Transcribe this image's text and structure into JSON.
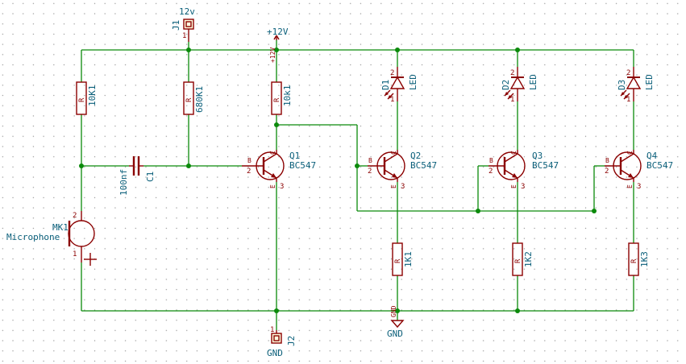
{
  "power": {
    "j1_net": "12v",
    "vcc": "+12V",
    "vcc_pin": "+12V",
    "gnd": "GND",
    "gnd_pin": "GND",
    "j2_net": "GND"
  },
  "connectors": {
    "j1": {
      "ref": "J1",
      "pin": "1"
    },
    "j2": {
      "ref": "J2",
      "pin": "1"
    }
  },
  "resistors": {
    "r1": {
      "ref": "R",
      "value": "10K1"
    },
    "r2": {
      "ref": "R",
      "value": "680K1"
    },
    "r3": {
      "ref": "R",
      "value": "10k1"
    },
    "r4": {
      "ref": "R",
      "value": "1K1"
    },
    "r5": {
      "ref": "R",
      "value": "1K2"
    },
    "r6": {
      "ref": "R",
      "value": "1K3"
    }
  },
  "capacitor": {
    "ref": "C1",
    "value": "100nf"
  },
  "microphone": {
    "ref": "MK1",
    "value": "Microphone",
    "pin1": "1",
    "pin2": "2"
  },
  "transistors": [
    {
      "ref": "Q1",
      "value": "BC547"
    },
    {
      "ref": "Q2",
      "value": "BC547"
    },
    {
      "ref": "Q3",
      "value": "BC547"
    },
    {
      "ref": "Q4",
      "value": "BC547"
    }
  ],
  "leds": [
    {
      "ref": "D1",
      "value": "LED"
    },
    {
      "ref": "D2",
      "value": "LED"
    },
    {
      "ref": "D3",
      "value": "LED"
    }
  ],
  "pin_labels": {
    "b": "B",
    "c": "C",
    "e": "E",
    "p1": "1",
    "p2": "2",
    "p3": "3"
  }
}
